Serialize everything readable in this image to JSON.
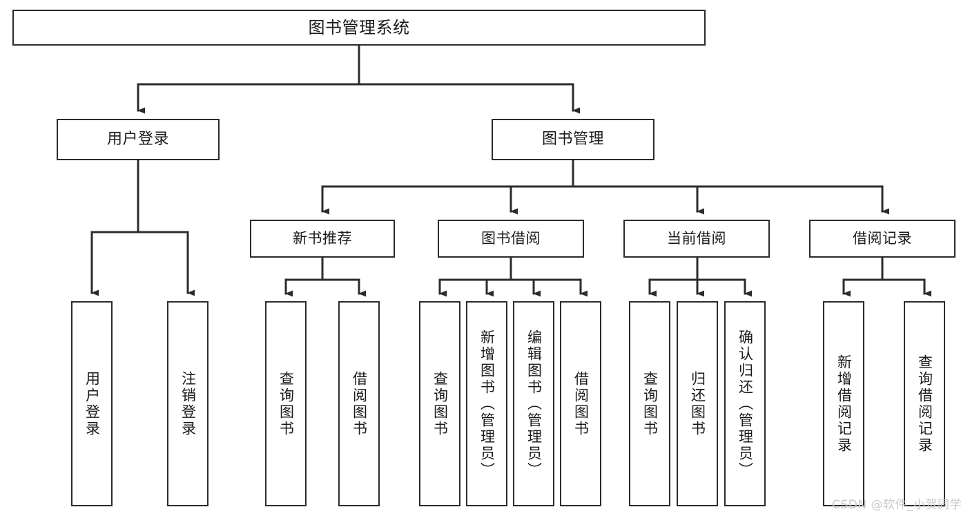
{
  "diagram": {
    "type": "tree",
    "title": "图书管理系统",
    "orientation": "top-down",
    "colors": {
      "box_border": "#2b2b2b",
      "box_fill": "#ffffff",
      "connector": "#2b2b2b",
      "text": "#1a1a1a",
      "watermark": "#c9c9c9"
    },
    "root": {
      "id": "root",
      "label": "图书管理系统"
    },
    "level1": [
      {
        "id": "user-login",
        "label": "用户登录"
      },
      {
        "id": "book-management",
        "label": "图书管理"
      }
    ],
    "level2": [
      {
        "id": "new-book-recommend",
        "label": "新书推荐",
        "parent": "book-management"
      },
      {
        "id": "book-borrow",
        "label": "图书借阅",
        "parent": "book-management"
      },
      {
        "id": "current-borrow",
        "label": "当前借阅",
        "parent": "book-management"
      },
      {
        "id": "borrow-record",
        "label": "借阅记录",
        "parent": "book-management"
      }
    ],
    "leaves": [
      {
        "id": "leaf-user-login",
        "label": "用户登录",
        "parent": "user-login"
      },
      {
        "id": "leaf-user-logout",
        "label": "注销登录",
        "parent": "user-login"
      },
      {
        "id": "leaf-query-book-1",
        "label": "查询图书",
        "parent": "new-book-recommend"
      },
      {
        "id": "leaf-borrow-book-1",
        "label": "借阅图书",
        "parent": "new-book-recommend"
      },
      {
        "id": "leaf-query-book-2",
        "label": "查询图书",
        "parent": "book-borrow"
      },
      {
        "id": "leaf-add-book",
        "label": "新增图书（管理员）",
        "parent": "book-borrow"
      },
      {
        "id": "leaf-edit-book",
        "label": "编辑图书（管理员）",
        "parent": "book-borrow"
      },
      {
        "id": "leaf-borrow-book-2",
        "label": "借阅图书",
        "parent": "book-borrow"
      },
      {
        "id": "leaf-query-book-3",
        "label": "查询图书",
        "parent": "current-borrow"
      },
      {
        "id": "leaf-return-book",
        "label": "归还图书",
        "parent": "current-borrow"
      },
      {
        "id": "leaf-confirm-return",
        "label": "确认归还（管理员）",
        "parent": "current-borrow"
      },
      {
        "id": "leaf-add-record",
        "label": "新增借阅记录",
        "parent": "borrow-record"
      },
      {
        "id": "leaf-query-record",
        "label": "查询借阅记录",
        "parent": "borrow-record"
      }
    ]
  },
  "watermark": {
    "text": "CSDN @软件_小贺同学"
  }
}
